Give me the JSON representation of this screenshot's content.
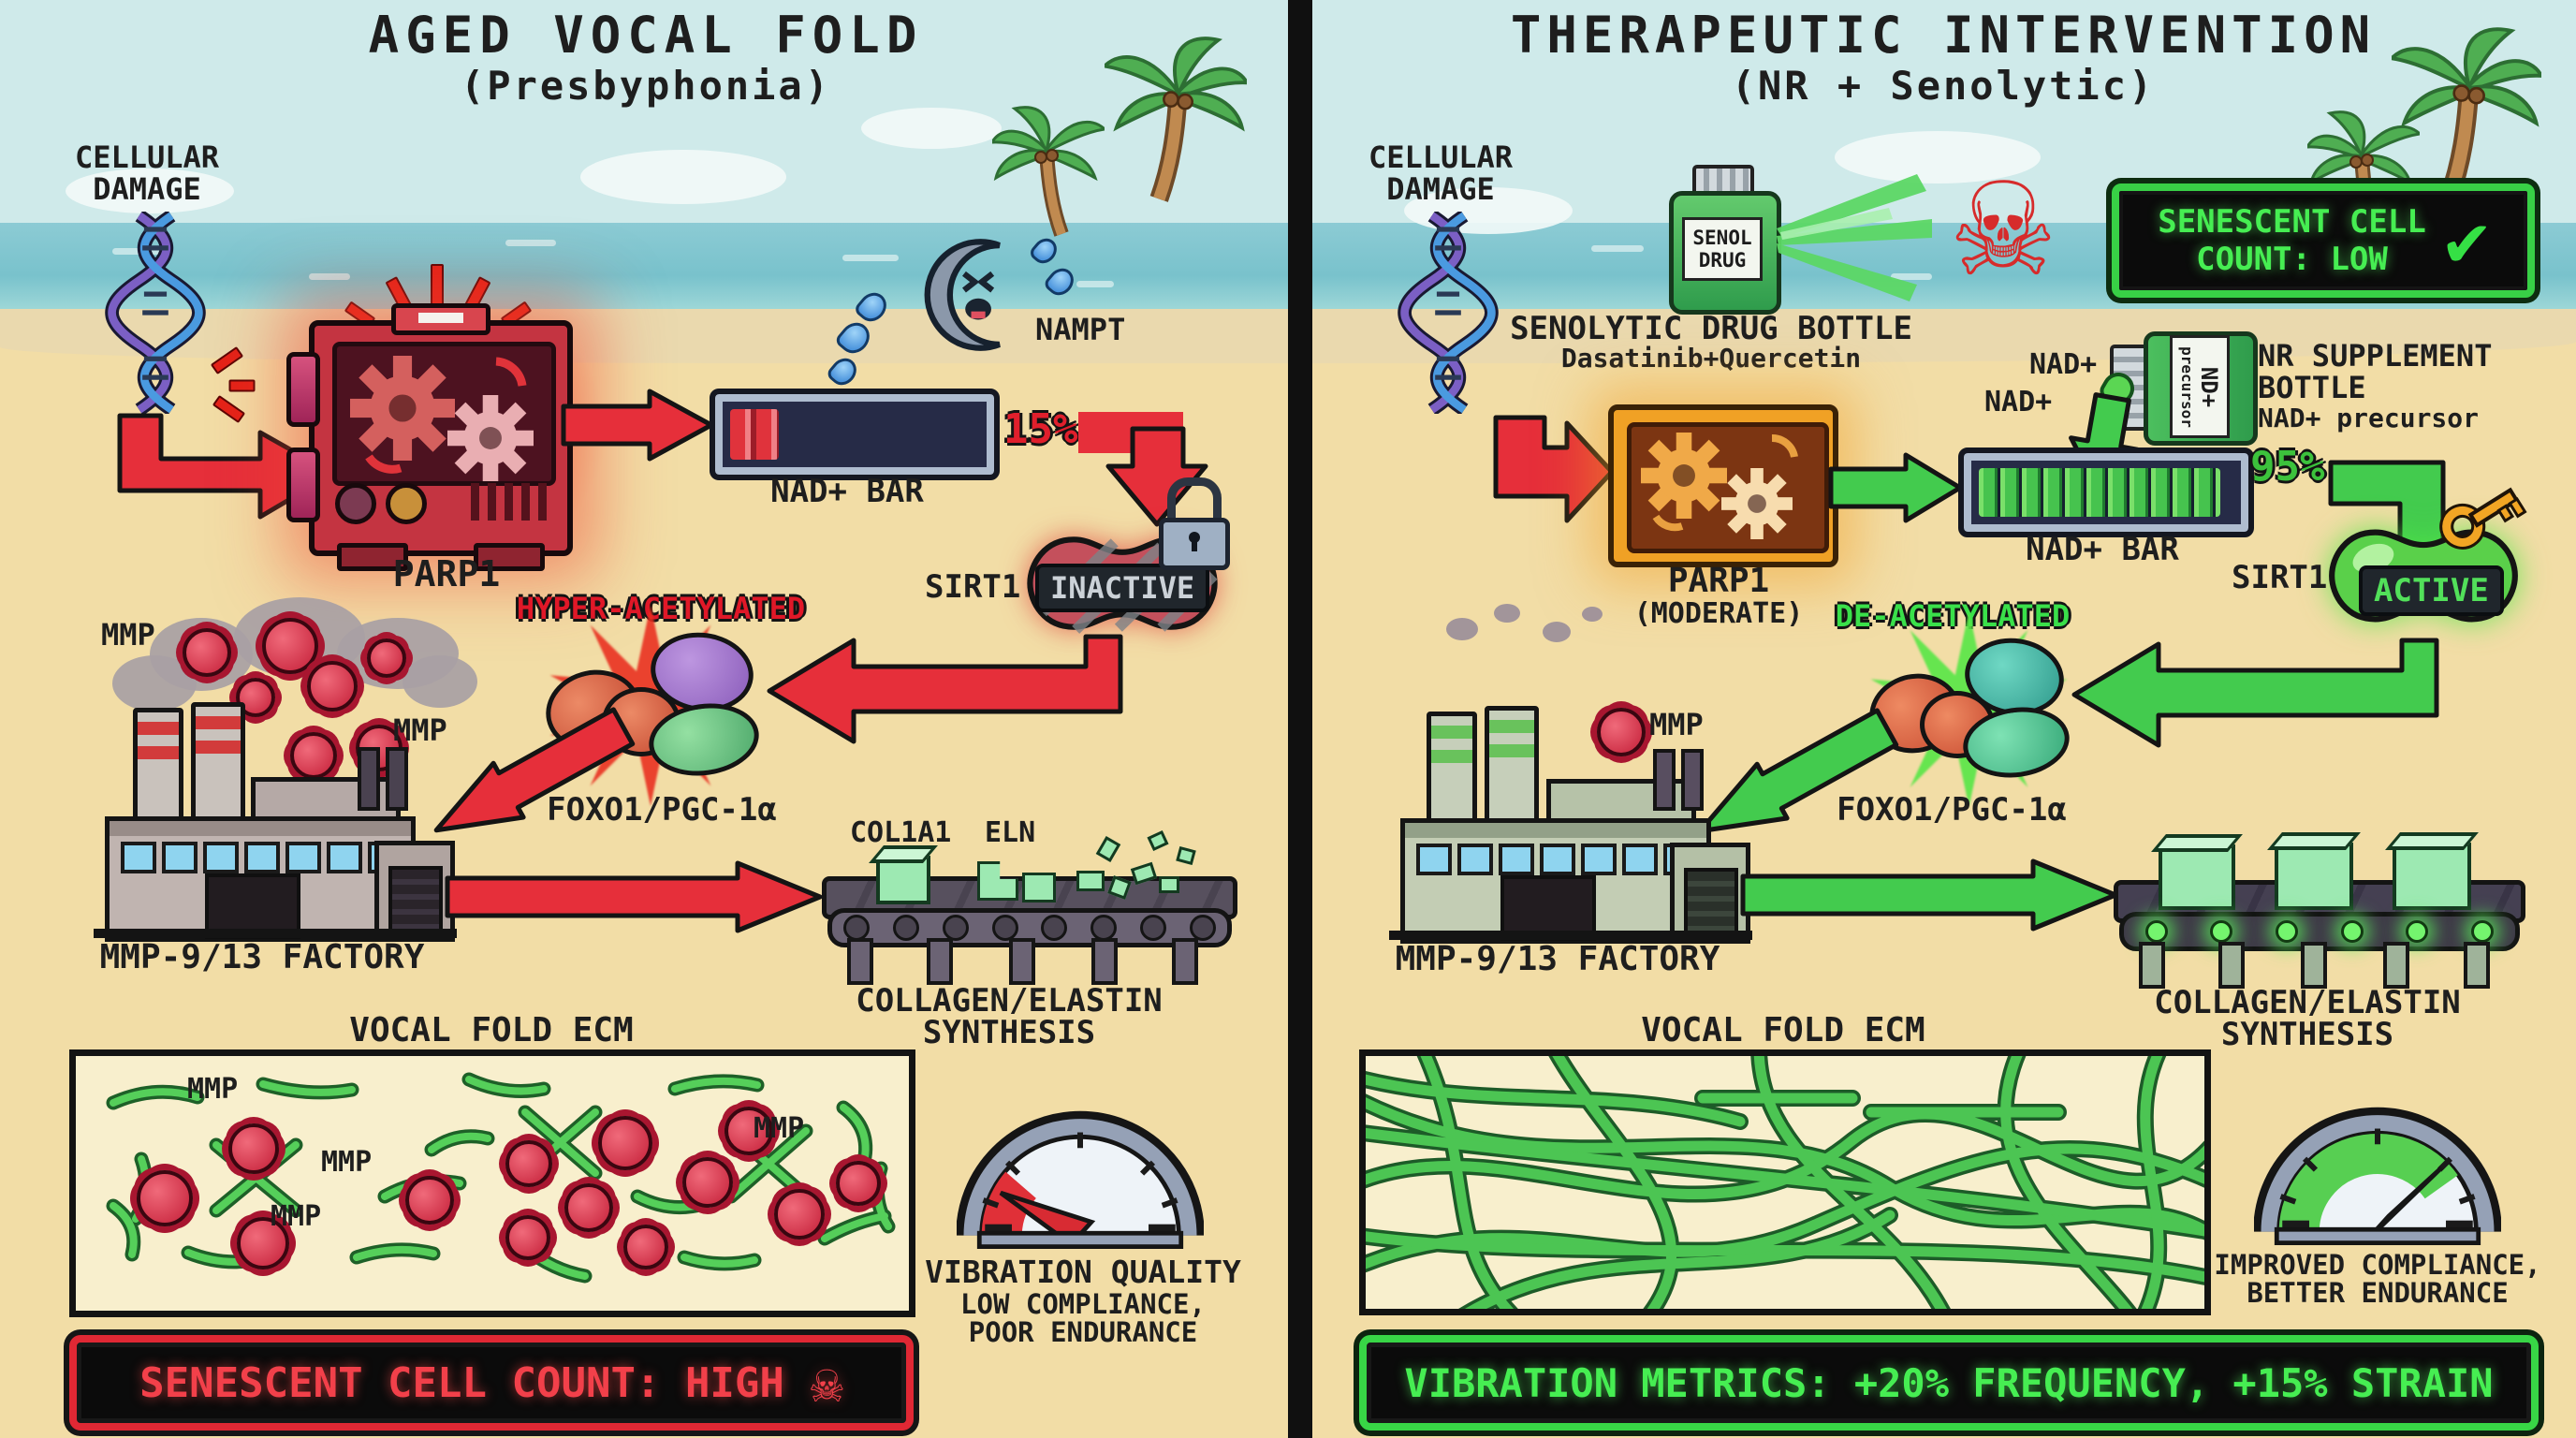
{
  "left": {
    "title": "AGED VOCAL FOLD",
    "subtitle": "(Presbyphonia)",
    "cellular_damage": "CELLULAR DAMAGE",
    "parp1": "PARP1",
    "nampt": "NAMPT",
    "nad_bar": "NAD+ BAR",
    "nad_pct": "15%",
    "sirt1": "SIRT1",
    "sirt1_state": "INACTIVE",
    "acetyl": "HYPER-ACETYLATED",
    "foxo1": "FOXO1/PGC-1α",
    "mmp": "MMP",
    "factory": "MMP-9/13 FACTORY",
    "col1a1": "COL1A1",
    "eln": "ELN",
    "synth1": "COLLAGEN/ELASTIN",
    "synth2": "SYNTHESIS",
    "ecm_title": "VOCAL FOLD ECM",
    "gauge_title": "VIBRATION QUALITY",
    "gauge_line1": "LOW COMPLIANCE,",
    "gauge_line2": "POOR ENDURANCE",
    "banner": "SENESCENT CELL COUNT: HIGH",
    "skull": "☠"
  },
  "right": {
    "title": "THERAPEUTIC INTERVENTION",
    "subtitle": "(NR + Senolytic)",
    "cellular_damage": "CELLULAR DAMAGE",
    "senol_line1": "SENOL",
    "senol_line2": "DRUG",
    "senolytic_caption": "SENOLYTIC DRUG BOTTLE",
    "senolytic_sub": "Dasatinib+Quercetin",
    "skull": "☠",
    "senescent_line1": "SENESCENT CELL",
    "senescent_line2": "COUNT: LOW",
    "check": "✔",
    "nad1": "NAD+",
    "nad2": "NAD+",
    "nr_label1": "ND+",
    "nr_label2": "precursor",
    "nr_caption1": "NR SUPPLEMENT",
    "nr_caption2": "BOTTLE",
    "nr_caption3": "NAD+ precursor",
    "parp1": "PARP1",
    "parp1_state": "(MODERATE)",
    "nad_bar": "NAD+ BAR",
    "nad_pct": "95%",
    "sirt1": "SIRT1",
    "sirt1_state": "ACTIVE",
    "acetyl": "DE-ACETYLATED",
    "foxo1": "FOXO1/PGC-1α",
    "mmp": "MMP",
    "factory": "MMP-9/13 FACTORY",
    "synth1": "COLLAGEN/ELASTIN",
    "synth2": "SYNTHESIS",
    "ecm_title": "VOCAL FOLD ECM",
    "gauge_line1": "IMPROVED COMPLIANCE,",
    "gauge_line2": "BETTER ENDURANCE",
    "banner": "VIBRATION METRICS: +20% FREQUENCY, +15% STRAIN"
  },
  "colors": {
    "red": "#e62f3a",
    "green": "#43cb4e",
    "sand": "#f2dda6",
    "sky": "#cfeaea",
    "ocean": "#7fc6cf",
    "banner_red_text": "#f2404a",
    "banner_green_text": "#46ee52"
  }
}
